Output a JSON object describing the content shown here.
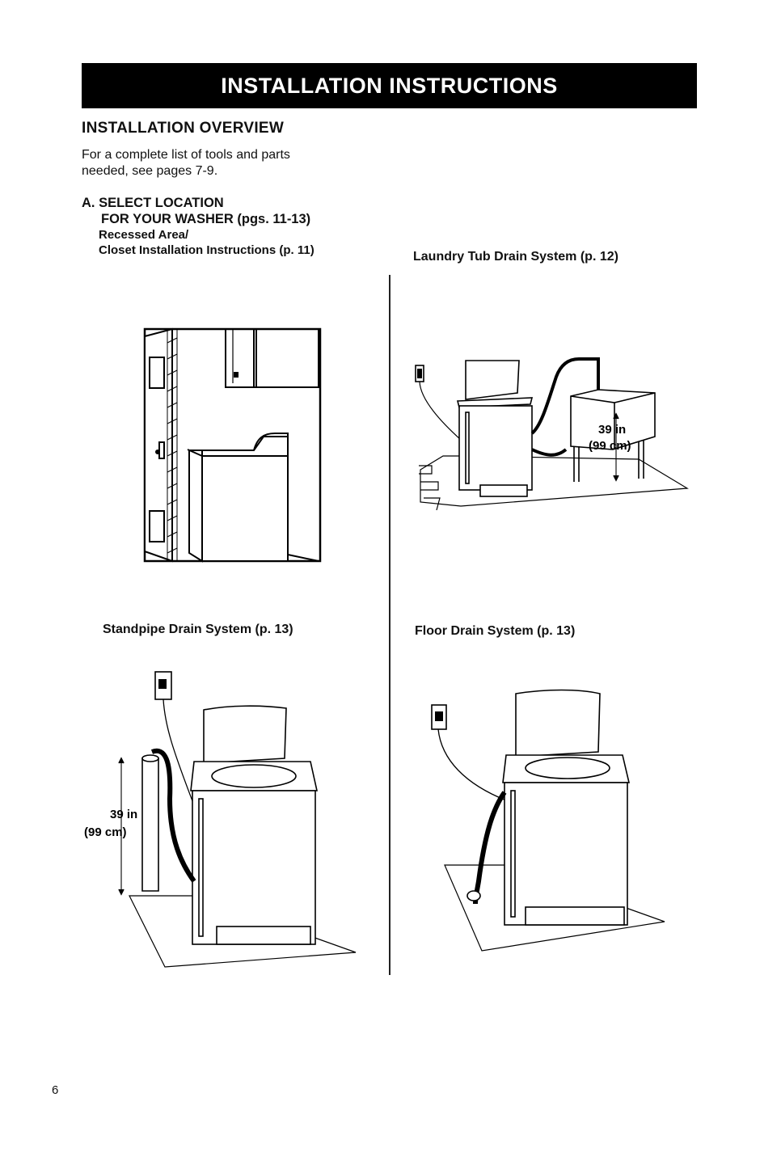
{
  "banner": "INSTALLATION INSTRUCTIONS",
  "overview": {
    "heading": "INSTALLATION OVERVIEW",
    "intro_line1": "For a complete list of tools and parts",
    "intro_line2": "needed, see pages 7-9."
  },
  "section_a": {
    "line1": "A. SELECT LOCATION",
    "line2": "FOR YOUR WASHER (pgs. 11-13)",
    "line3": "Recessed Area/",
    "line4": "Closet Installation Instructions (p. 11)"
  },
  "captions": {
    "laundry_tub": "Laundry Tub Drain System (p. 12)",
    "standpipe": "Standpipe Drain System (p. 13)",
    "floor_drain": "Floor Drain System (p. 13)"
  },
  "measurements": {
    "tub_in": "39 in",
    "tub_cm": "(99 cm)",
    "standpipe_in": "39 in",
    "standpipe_cm": "(99 cm)"
  },
  "page_number": "6"
}
